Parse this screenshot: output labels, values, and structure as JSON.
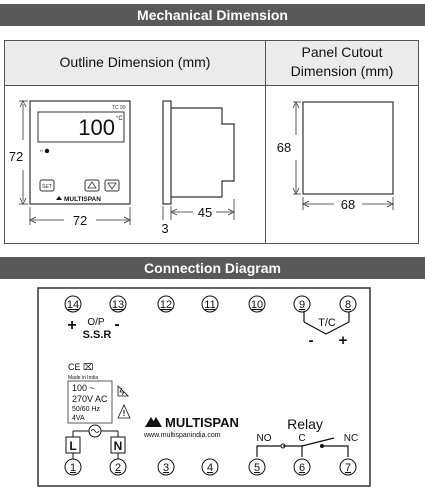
{
  "banners": {
    "mechanical": "Mechanical Dimension",
    "connection": "Connection Diagram"
  },
  "headers": {
    "outline": "Outline Dimension (mm)",
    "cutout_line1": "Panel Cutout",
    "cutout_line2": "Dimension (mm)"
  },
  "front_view": {
    "model": "TC 99",
    "display_value": "100",
    "unit": "°C",
    "led": "H",
    "buttons": [
      "SET",
      "up",
      "down"
    ],
    "brand": "MULTISPAN",
    "height": "72",
    "width": "72"
  },
  "side_view": {
    "depth": "45",
    "thickness": "3"
  },
  "cutout": {
    "height": "68",
    "width": "68"
  },
  "terminals": {
    "top": [
      "14",
      "13",
      "12",
      "11",
      "10",
      "9",
      "8"
    ],
    "bottom": [
      "1",
      "2",
      "3",
      "4",
      "5",
      "6",
      "7"
    ]
  },
  "labels": {
    "op": "O/P",
    "ssr": "S.S.R",
    "plus": "+",
    "minus": "-",
    "tc": "T/C",
    "relay": "Relay",
    "no": "NO",
    "c": "C",
    "nc": "NC",
    "L": "L",
    "N": "N",
    "made_in": "Made in India",
    "supply_line1": "100 ~",
    "supply_line2": "270V AC",
    "supply_line3": "50/60 Hz",
    "supply_line4": "4VA",
    "brand": "MULTISPAN",
    "website": "www.multispanindia.com"
  }
}
